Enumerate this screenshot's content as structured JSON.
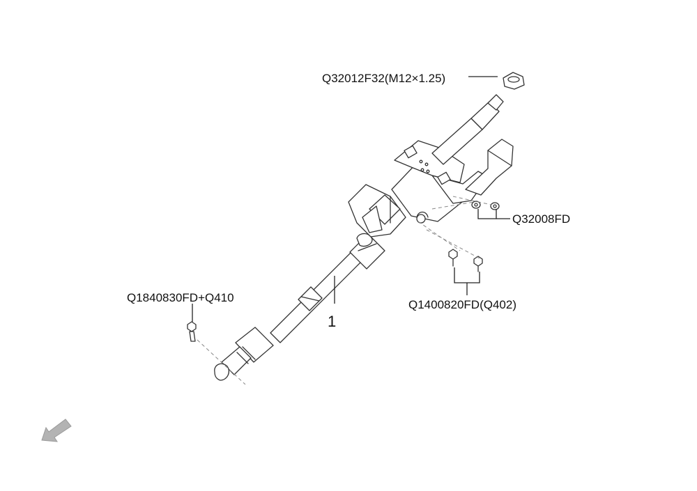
{
  "callouts": {
    "nut_top": "Q32012F32(M12×1.25)",
    "nuts_right": "Q32008FD",
    "bolts_mid": "Q1400820FD(Q402)",
    "bolt_left": "Q1840830FD+Q410",
    "ref_number": "1"
  },
  "icons": {
    "nav": "back-arrow-icon"
  },
  "colors": {
    "line": "#333333",
    "part_fill": "#ffffff",
    "arrow": "#b3b3b3"
  }
}
